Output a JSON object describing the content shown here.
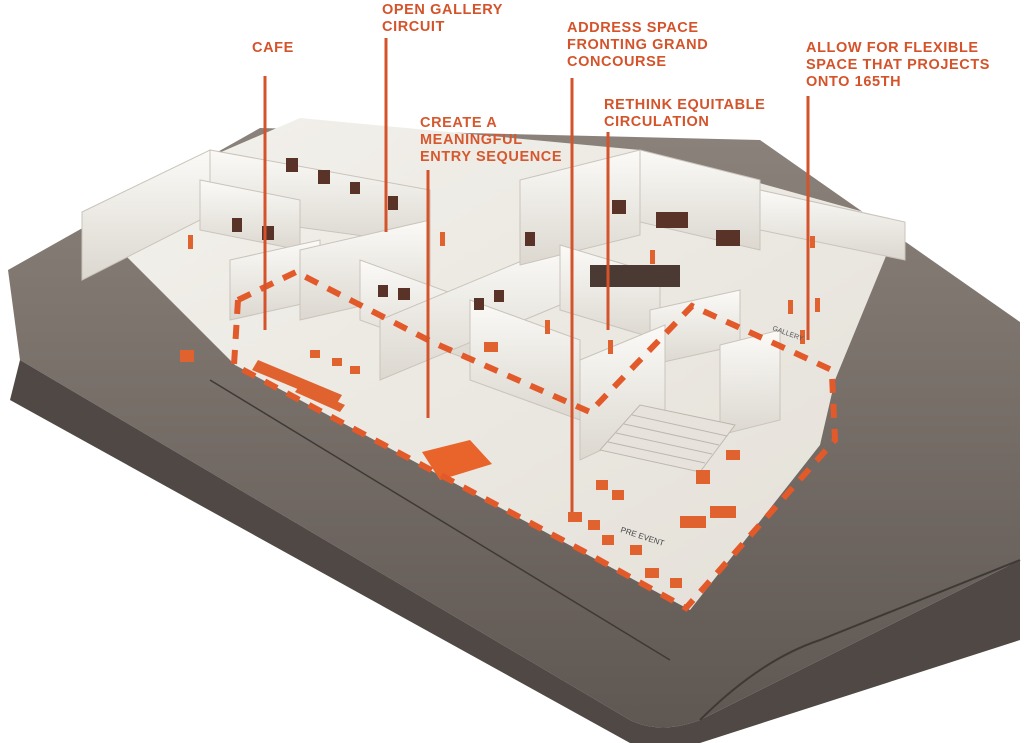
{
  "colors": {
    "accent": "#d4532a",
    "model_white": "#f1efea",
    "wall_shadow": "#d8d4cc",
    "base_dark": "#6e6560",
    "base_mid": "#8c837c"
  },
  "annotations": [
    {
      "id": "cafe",
      "text": "CAFE"
    },
    {
      "id": "open-gallery-circuit",
      "text": "OPEN GALLERY\nCIRCUIT"
    },
    {
      "id": "address-space",
      "text": "ADDRESS SPACE\nFRONTING GRAND\nCONCOURSE"
    },
    {
      "id": "flexible-space",
      "text": "ALLOW FOR FLEXIBLE\nSPACE THAT PROJECTS\nONTO 165TH"
    },
    {
      "id": "equitable-circulation",
      "text": "RETHINK EQUITABLE\nCIRCULATION"
    },
    {
      "id": "entry-sequence",
      "text": "CREATE A\nMEANINGFUL\nENTRY SEQUENCE"
    }
  ],
  "model_labels": {
    "pre_event": "PRE EVENT",
    "gallery": "GALLERY"
  }
}
